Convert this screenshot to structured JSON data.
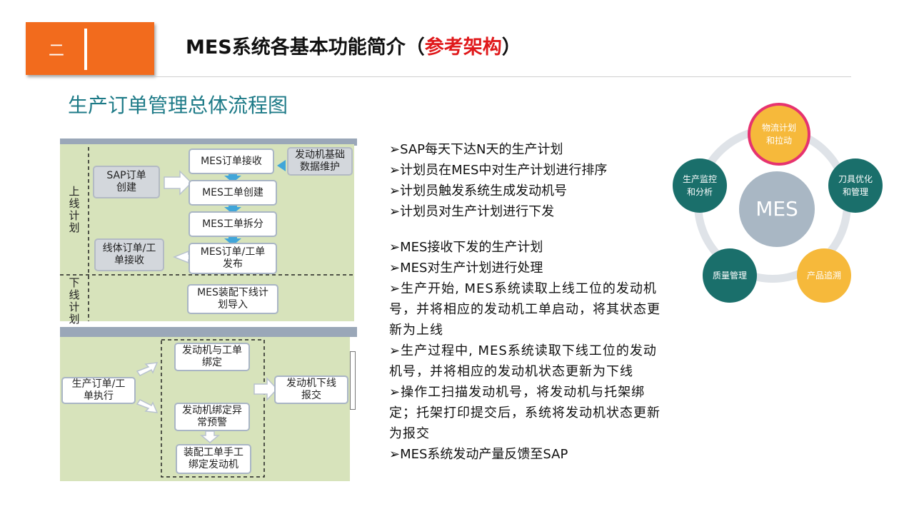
{
  "header": {
    "section_number": "二",
    "title_main": "MES系统各基本功能简介（",
    "title_accent": "参考架构",
    "title_end": "）",
    "subtitle": "生产订单管理总体流程图",
    "colors": {
      "badge": "#f26b1d",
      "accent": "#e0191b",
      "subtitle": "#1d7a87"
    }
  },
  "flow_top": {
    "lane_upper": "上线计划",
    "lane_lower": "下线计划",
    "boxes": {
      "sap_order": "SAP订单创建",
      "mes_receive": "MES订单接收",
      "engine_master": "发动机基础数据维护",
      "mes_create": "MES工单创建",
      "mes_split": "MES工单拆分",
      "line_order": "线体订单/工单接收",
      "mes_release": "MES订单/工单发布",
      "assembly_import": "MES装配下线计划导入"
    }
  },
  "flow_bottom": {
    "boxes": {
      "execute": "生产订单/工单执行",
      "bind": "发动机与工单绑定",
      "bind_alert": "发动机绑定异常预警",
      "manual_bind": "装配工单手工绑定发动机",
      "offline": "发动机下线报交"
    }
  },
  "bullets": [
    "➢SAP每天下达N天的生产计划",
    "➢计划员在MES中对生产计划进行排序",
    "➢计划员触发系统生成发动机号",
    "➢计划员对生产计划进行下发",
    "",
    "➢MES接收下发的生产计划",
    "➢MES对生产计划进行处理",
    "➢生产开始, MES系统读取上线工位的发动机号，并将相应的发动机工单启动，将其状态更新为上线",
    "➢生产过程中, MES系统读取下线工位的发动机号，并将相应的发动机状态更新为下线",
    "➢操作工扫描发动机号，将发动机与托架绑定；托架打印提交后，系统将发动机状态更新为报交",
    "➢MES系统发动产量反馈至SAP"
  ],
  "mes_diagram": {
    "center": "MES",
    "nodes": [
      {
        "label": "物流计划和拉动",
        "color": "#f6b93b",
        "highlight": "#e6336f"
      },
      {
        "label": "刀具优化和管理",
        "color": "#1a6f6b"
      },
      {
        "label": "产品追溯",
        "color": "#f6b93b"
      },
      {
        "label": "质量管理",
        "color": "#1a6f6b"
      },
      {
        "label": "生产监控和分析",
        "color": "#1a6f6b"
      }
    ],
    "colors": {
      "center": "#a9b7c4",
      "ring": "#dfe3e8"
    }
  }
}
